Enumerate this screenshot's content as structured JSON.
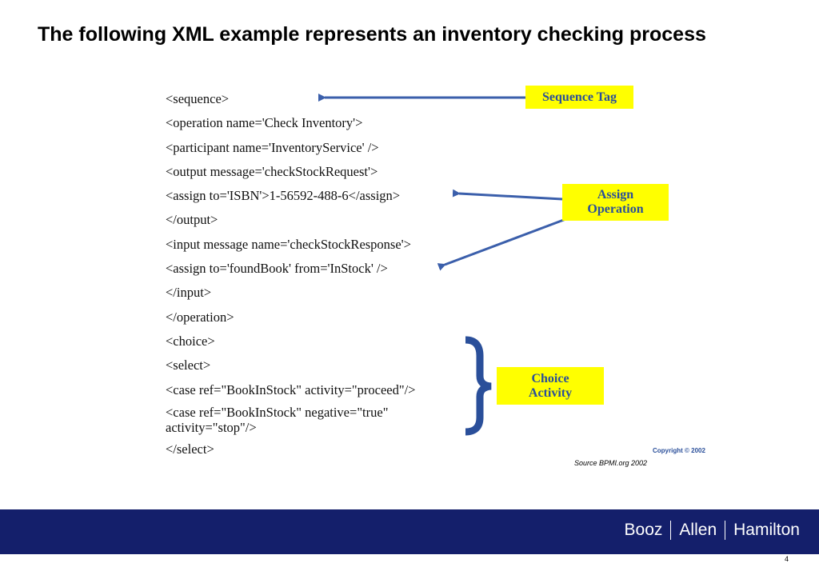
{
  "slide": {
    "title": "The following XML example represents an inventory checking process"
  },
  "code_lines": [
    "<sequence>",
    "<operation name='Check Inventory'>",
    "<participant name='InventoryService' />",
    "<output message='checkStockRequest'>",
    "<assign to='ISBN'>1-56592-488-6</assign>",
    "</output>",
    "<input message name='checkStockResponse'>",
    "<assign to='foundBook' from='InStock' />",
    "</input>",
    "</operation>",
    "<choice>",
    "<select>",
    "<case ref=\"BookInStock\" activity=\"proceed\"/>",
    "<case ref=\"BookInStock\" negative=\"true\" activity=\"stop\"/>",
    "</select>"
  ],
  "callouts": {
    "sequence": "Sequence Tag",
    "assign_1": "Assign",
    "assign_2": "Operation",
    "choice_1": "Choice",
    "choice_2": "Activity"
  },
  "copyright": "Copyright © 2002",
  "source": "Source BPMI.org 2002",
  "brand": {
    "part1": "Booz",
    "part2": "Allen",
    "part3": "Hamilton"
  },
  "page_number": "4",
  "colors": {
    "callout_bg": "#ffff00",
    "callout_text": "#2a4f9a",
    "arrow": "#3b5fab",
    "footer_band": "#141f6b"
  }
}
